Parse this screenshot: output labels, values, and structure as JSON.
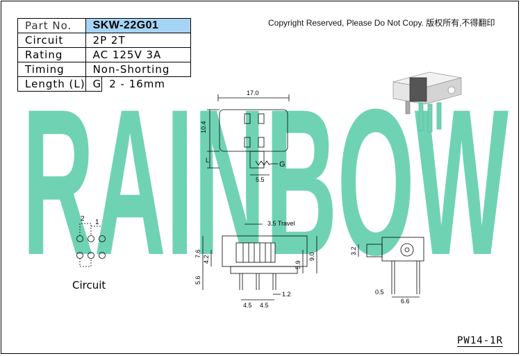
{
  "spec_table": {
    "part_no_label": "Part No.",
    "part_no_value": "SKW-22G01",
    "circuit_label": "Circuit",
    "circuit_value": "2P 2T",
    "rating_label": "Rating",
    "rating_value": "AC 125V 3A",
    "timing_label": "Timing",
    "timing_value": "Non-Shorting",
    "length_label": "Length (L)",
    "length_code": "G",
    "length_value": "2 - 16mm"
  },
  "copyright": "Copyright Reserved, Please Do Not Copy. 版权所有,不得翻印",
  "watermark": "RAINBOW",
  "part_code": "PW14-1R",
  "circuit_caption": "Circuit",
  "circuit_terminals": [
    "2",
    "1"
  ],
  "dimensions": {
    "top_width": "17.0",
    "top_height": "10.4",
    "top_length": "L",
    "top_g": "G",
    "top_pitch": "5.5",
    "travel": "3.5 Travel",
    "front_7_6": "7.6",
    "front_4_2": "4.2",
    "front_5_9": "5.9",
    "front_9_0": "9.0",
    "front_5_6": "5.6",
    "front_4_5_a": "4.5",
    "front_4_5_b": "4.5",
    "front_1_2": "1.2",
    "side_3_2": "3.2",
    "side_0_5": "0.5",
    "side_6_6": "6.6"
  },
  "colors": {
    "watermark": "#6fd3b3",
    "highlight": "#a6d4f5",
    "product_body": "#e6e6e6",
    "product_slider": "#555555",
    "product_pins": "#6fd3b3"
  }
}
